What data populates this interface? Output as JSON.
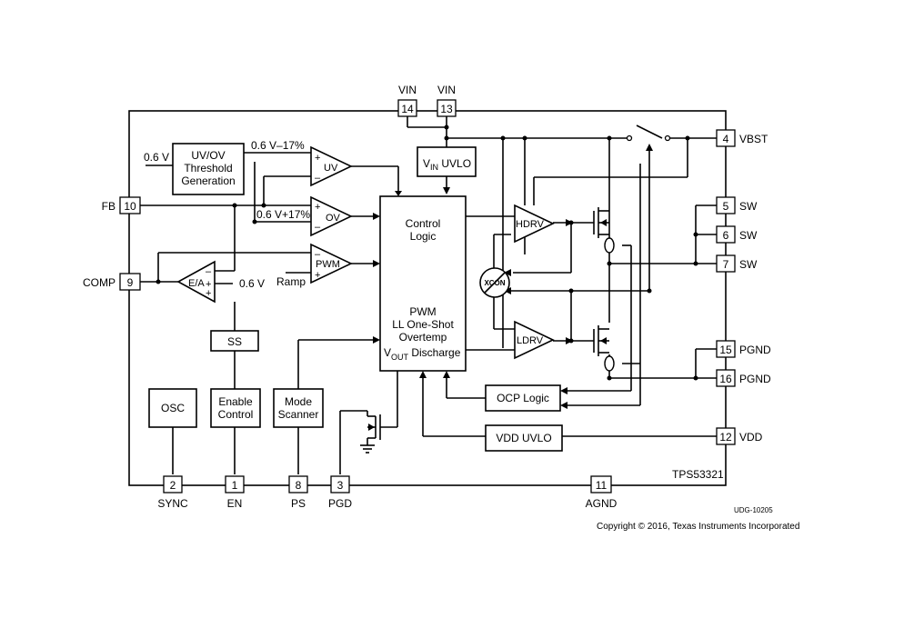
{
  "part": "TPS53321",
  "drawing_id": "UDG-10205",
  "copyright": "Copyright © 2016, Texas Instruments Incorporated",
  "pins": {
    "p14": {
      "num": "14",
      "name": "VIN"
    },
    "p13": {
      "num": "13",
      "name": "VIN"
    },
    "p4": {
      "num": "4",
      "name": "VBST"
    },
    "p5": {
      "num": "5",
      "name": "SW"
    },
    "p6": {
      "num": "6",
      "name": "SW"
    },
    "p7": {
      "num": "7",
      "name": "SW"
    },
    "p15": {
      "num": "15",
      "name": "PGND"
    },
    "p16": {
      "num": "16",
      "name": "PGND"
    },
    "p12": {
      "num": "12",
      "name": "VDD"
    },
    "p10": {
      "num": "10",
      "name": "FB"
    },
    "p9": {
      "num": "9",
      "name": "COMP"
    },
    "p2": {
      "num": "2",
      "name": "SYNC"
    },
    "p1": {
      "num": "1",
      "name": "EN"
    },
    "p8": {
      "num": "8",
      "name": "PS"
    },
    "p3": {
      "num": "3",
      "name": "PGD"
    },
    "p11": {
      "num": "11",
      "name": "AGND"
    }
  },
  "blocks": {
    "uvov_line1": "UV/OV",
    "uvov_line2": "Threshold",
    "uvov_line3": "Generation",
    "vin_uvlo_v": "V",
    "vin_uvlo_sub": "IN",
    "vin_uvlo_rest": " UVLO",
    "control_line1": "Control",
    "control_line2": "Logic",
    "pwm_line1": "PWM",
    "pwm_line2": "LL One-Shot",
    "pwm_line3": "Overtemp",
    "pwm_line4_v": "V",
    "pwm_line4_sub": "OUT",
    "pwm_line4_rest": " Discharge",
    "ss": "SS",
    "osc": "OSC",
    "enable_line1": "Enable",
    "enable_line2": "Control",
    "mode_line1": "Mode",
    "mode_line2": "Scanner",
    "ocp": "OCP Logic",
    "vdd_uvlo": "VDD UVLO",
    "hdrv": "HDRV",
    "ldrv": "LDRV",
    "xcon": "XCON"
  },
  "comparators": {
    "uv": "UV",
    "ov": "OV",
    "pwm": "PWM",
    "ea": "E/A"
  },
  "labels": {
    "ref_uvov": "0.6 V",
    "uv_threshold": "0.6 V–17%",
    "ov_threshold": "0.6 V+17%",
    "ea_ref": "0.6 V",
    "ramp": "Ramp",
    "plus": "+",
    "minus": "–"
  }
}
